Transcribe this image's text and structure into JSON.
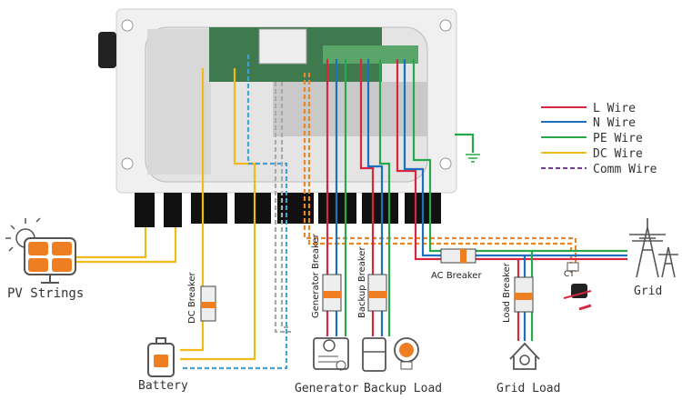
{
  "legend": {
    "items": [
      {
        "label": "L Wire",
        "color": "#d7263d",
        "style": "solid"
      },
      {
        "label": "N Wire",
        "color": "#1f6fc0",
        "style": "solid"
      },
      {
        "label": "PE Wire",
        "color": "#27a84a",
        "style": "solid"
      },
      {
        "label": "DC Wire",
        "color": "#f2b91a",
        "style": "solid"
      },
      {
        "label": "Comm Wire",
        "color": "#7a3a9a",
        "style": "dashed"
      }
    ]
  },
  "components": {
    "pv": "PV Strings",
    "battery": "Battery",
    "generator": "Generator",
    "backup_load": "Backup Load",
    "grid_load": "Grid Load",
    "grid": "Grid",
    "ct": "CT"
  },
  "breakers": {
    "dc": "DC Breaker",
    "generator": "Generator Breaker",
    "backup": "Backup Breaker",
    "ac": "AC Breaker",
    "load": "Load Breaker"
  },
  "colors": {
    "l": "#d7263d",
    "n": "#1f6fc0",
    "pe": "#27a84a",
    "dc": "#f2b91a",
    "comm_orange": "#e8862a",
    "comm_blue": "#3aa6d8",
    "comm_grey": "#a8a8a8",
    "accent": "#ef7d22"
  }
}
